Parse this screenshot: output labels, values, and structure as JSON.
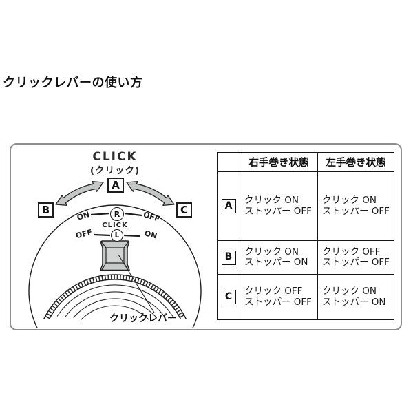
{
  "page": {
    "title": "クリックレバーの使い方"
  },
  "panel": {
    "diagram": {
      "heading": "CLICK",
      "heading_sub": "(クリック)",
      "position_a": "A",
      "position_b": "B",
      "position_c": "C",
      "dial_r": "R",
      "dial_l": "L",
      "dial_click": "CLICK",
      "row_r_left": "ON",
      "row_r_right": "OFF",
      "row_l_left": "OFF",
      "row_l_right": "ON",
      "lever_label": "クリックレバー",
      "colors": {
        "arrow_fill": "#c5c7c6",
        "lever_fill": "#c8cac9",
        "lever_face_fill": "#d3d5d4",
        "line": "#1f1f1f",
        "panel_border": "#8f8f8f"
      }
    },
    "table": {
      "headers": [
        "",
        "右手巻き状態",
        "左手巻き状態"
      ],
      "rows": [
        {
          "label": "A",
          "right_hand": [
            "クリック ON",
            "ストッパー OFF"
          ],
          "left_hand": [
            "クリック ON",
            "ストッパー OFF"
          ]
        },
        {
          "label": "B",
          "right_hand": [
            "クリック ON",
            "ストッパー ON"
          ],
          "left_hand": [
            "クリック OFF",
            "ストッパー OFF"
          ]
        },
        {
          "label": "C",
          "right_hand": [
            "クリック OFF",
            "ストッパー OFF"
          ],
          "left_hand": [
            "クリック ON",
            "ストッパー ON"
          ]
        }
      ]
    }
  }
}
